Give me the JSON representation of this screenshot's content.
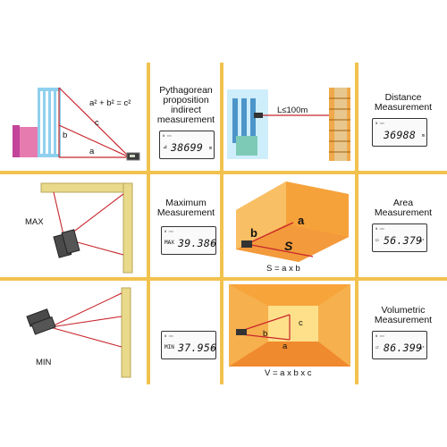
{
  "colors": {
    "grid": "#f2c24e",
    "brick": "#e9d98a",
    "line": "#c8262c",
    "room": "#f6a23a"
  },
  "cells": {
    "pythagorean": {
      "formula": "a² + b² = c²",
      "side_a": "a",
      "side_b": "b",
      "side_c": "c",
      "title_lines": [
        "Pythagorean",
        "proposition",
        "indirect",
        "measurement"
      ],
      "display": {
        "prefix": "⊿",
        "value": "38699",
        "unit": "m"
      }
    },
    "distance": {
      "range": "L≤100m",
      "title_lines": [
        "Distance",
        "Measurement"
      ],
      "display": {
        "prefix": "",
        "value": "36988",
        "unit": "m"
      }
    },
    "maximum": {
      "side_label": "MAX",
      "title_lines": [
        "Maximum",
        "Measurement"
      ],
      "display": {
        "prefix": "MAX",
        "value": "39.386",
        "unit": "m"
      }
    },
    "area": {
      "side_a": "a",
      "side_b": "b",
      "center": "S",
      "formula": "S = a x b",
      "title_lines": [
        "Area",
        "Measurement"
      ],
      "display": {
        "prefix": "▭",
        "value": "56.379",
        "unit": "m²"
      }
    },
    "minimum": {
      "side_label": "MIN",
      "display": {
        "prefix": "MIN",
        "value": "37.956",
        "unit": "m"
      }
    },
    "volumetric": {
      "side_a": "a",
      "side_b": "b",
      "side_c": "c",
      "formula": "V = a x b x c",
      "title_lines": [
        "Volumetric",
        "Measurement"
      ],
      "display": {
        "prefix": "▱",
        "value": "86.399",
        "unit": "m³"
      }
    }
  }
}
